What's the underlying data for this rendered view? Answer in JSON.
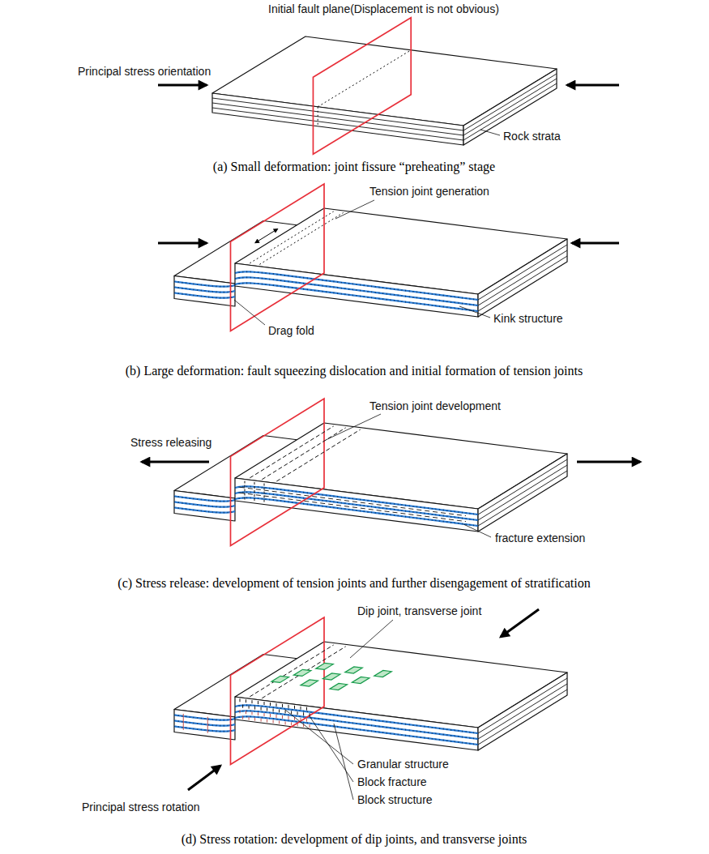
{
  "diagram": {
    "labels": [
      "Initial fault plane(Displacement is not obvious)",
      "Principal stress orientation",
      "Rock strata",
      "(a) Small deformation: joint fissure “preheating” stage",
      "Tension joint generation",
      "Kink structure",
      "Drag fold",
      "(b) Large deformation: fault squeezing dislocation and initial formation of tension joints",
      "Tension joint development",
      "Stress releasing",
      "fracture extension",
      "(c) Stress release: development of tension joints and further disengagement of stratification",
      "Dip joint, transverse joint",
      "Granular structure",
      "Block fracture",
      "Block structure",
      "Principal stress rotation",
      "(d) Stress rotation: development of dip joints, and transverse joints"
    ]
  }
}
